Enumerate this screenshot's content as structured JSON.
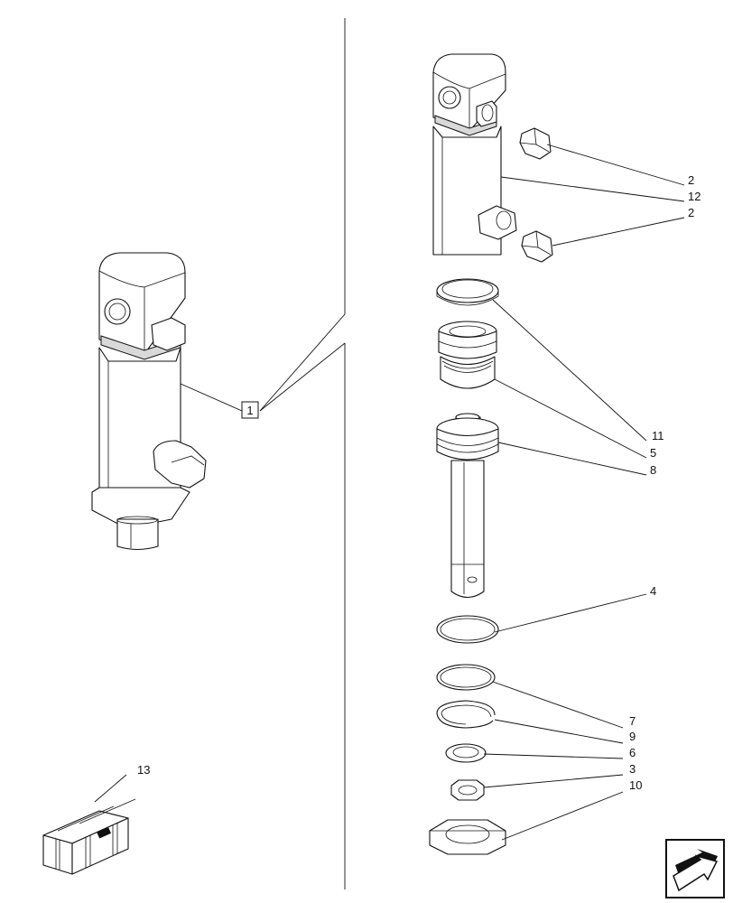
{
  "callouts": {
    "assembly_ref": "1",
    "p2a": "2",
    "p12": "12",
    "p2b": "2",
    "p11": "11",
    "p5": "5",
    "p8": "8",
    "p4": "4",
    "p7": "7",
    "p9": "9",
    "p6": "6",
    "p3": "3",
    "p10": "10",
    "p13": "13"
  },
  "icons": {
    "kit_box": "wooden-crate-icon",
    "navigation": "next-page-arrow-icon"
  }
}
